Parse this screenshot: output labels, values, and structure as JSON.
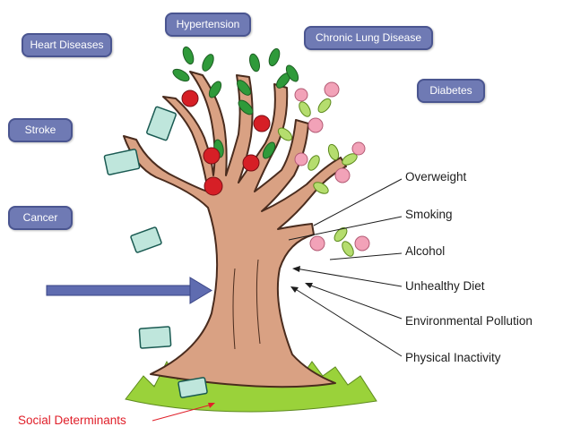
{
  "diseases": [
    {
      "label": "Heart Diseases"
    },
    {
      "label": "Hypertension"
    },
    {
      "label": "Chronic Lung Disease"
    },
    {
      "label": "Diabetes"
    },
    {
      "label": "Stroke"
    },
    {
      "label": "Cancer"
    }
  ],
  "risk_factors": [
    {
      "label": "Overweight"
    },
    {
      "label": "Smoking"
    },
    {
      "label": "Alcohol"
    },
    {
      "label": "Unhealthy Diet"
    },
    {
      "label": "Environmental Pollution"
    },
    {
      "label": "Physical Inactivity"
    }
  ],
  "social_determinants": {
    "label": "Social Determinants"
  },
  "colors": {
    "pill_fill": "#6f7ab4",
    "trunk": "#d9a183",
    "grass": "#9ad23a",
    "apple": "#d61f26",
    "blossom": "#f2a2b8",
    "leaf": "#2f9a3a",
    "money": "#bfe6dc",
    "arrow": "#5f6cb0",
    "social_text": "#e0202a"
  },
  "icons": [
    "apple-icon",
    "blossom-icon",
    "leaf-icon",
    "banknote-icon",
    "arrow-icon"
  ]
}
